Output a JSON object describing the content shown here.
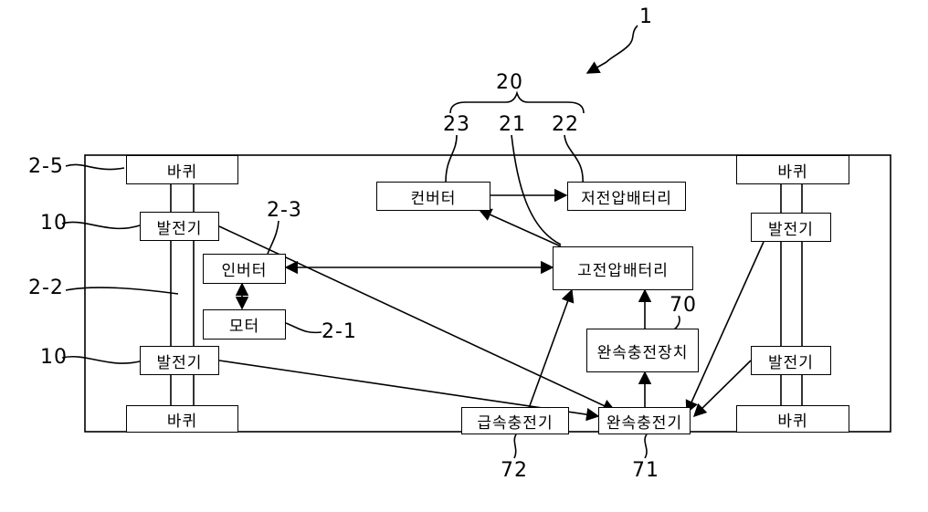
{
  "figure_number": "1",
  "components": {
    "wheel_tl": "바퀴",
    "wheel_bl": "바퀴",
    "wheel_tr": "바퀴",
    "wheel_br": "바퀴",
    "generator_tl": "발전기",
    "generator_bl": "발전기",
    "generator_tr": "발전기",
    "generator_br": "발전기",
    "inverter": "인버터",
    "motor": "모터",
    "converter": "컨버터",
    "low_voltage_battery": "저전압배터리",
    "high_voltage_battery": "고전압배터리",
    "slow_charging_device": "완속충전장치",
    "fast_charger": "급속충전기",
    "slow_charger": "완속충전기"
  },
  "refs": {
    "r20": "20",
    "r23": "23",
    "r21": "21",
    "r22": "22",
    "r2_5": "2-5",
    "r10_top": "10",
    "r2_3": "2-3",
    "r2_2": "2-2",
    "r2_1": "2-1",
    "r10_bottom": "10",
    "r70": "70",
    "r72": "72",
    "r71": "71"
  }
}
